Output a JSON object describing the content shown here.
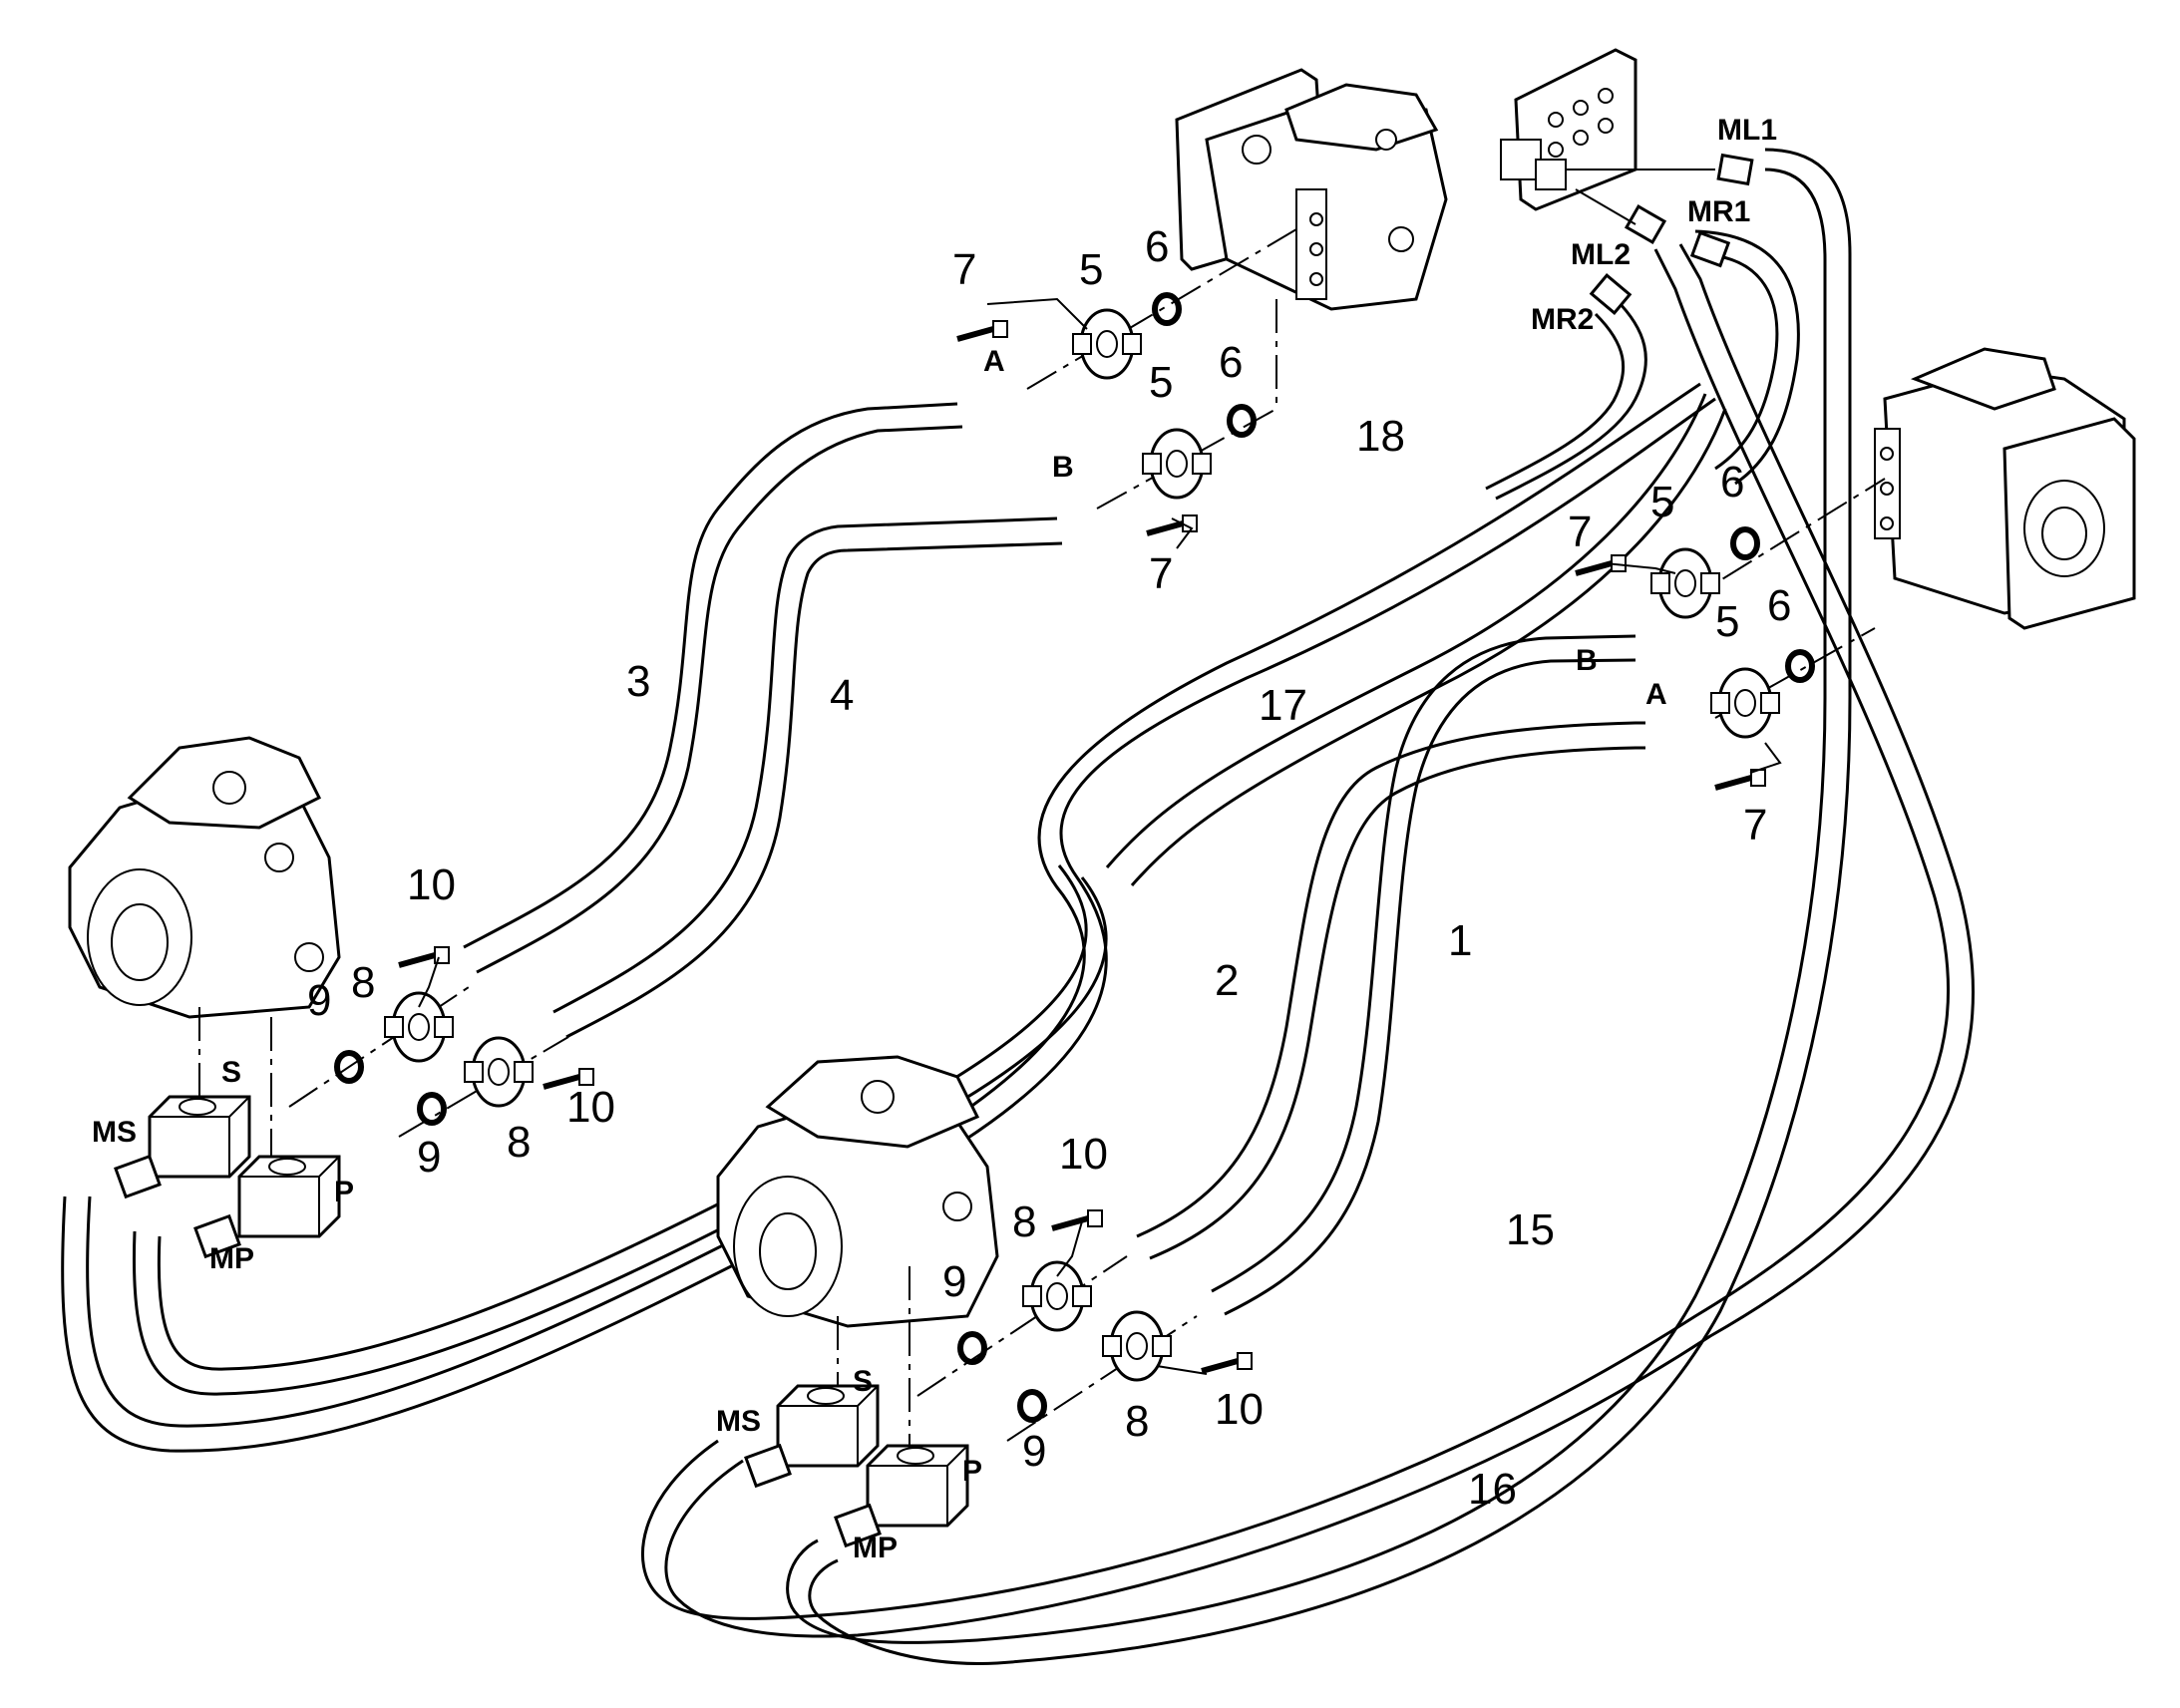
{
  "diagram": {
    "callouts": {
      "n1": "1",
      "n2": "2",
      "n3": "3",
      "n4": "4",
      "n15": "15",
      "n16": "16",
      "n17": "17",
      "n18": "18",
      "tr_7": "7",
      "tr_5": "5",
      "tr_6": "6",
      "tr_5b": "5",
      "tr_6b": "6",
      "tr_7b": "7",
      "rm_7": "7",
      "rm_5": "5",
      "rm_6": "6",
      "rm_5b": "5",
      "rm_6b": "6",
      "rm_7b": "7",
      "lp_10": "10",
      "lp_9": "9",
      "lp_8": "8",
      "lp_9b": "9",
      "lp_8b": "8",
      "lp_10b": "10",
      "bp_10": "10",
      "bp_8": "8",
      "bp_9": "9",
      "bp_9b": "9",
      "bp_8b": "8",
      "bp_10b": "10"
    },
    "ports": {
      "top_a": "A",
      "top_b": "B",
      "right_a": "A",
      "right_b": "B",
      "ml1": "ML1",
      "mr1": "MR1",
      "ml2": "ML2",
      "mr2": "MR2",
      "left_s": "S",
      "left_p": "P",
      "left_ms": "MS",
      "left_mp": "MP",
      "bottom_s": "S",
      "bottom_p": "P",
      "bottom_ms": "MS",
      "bottom_mp": "MP"
    }
  }
}
